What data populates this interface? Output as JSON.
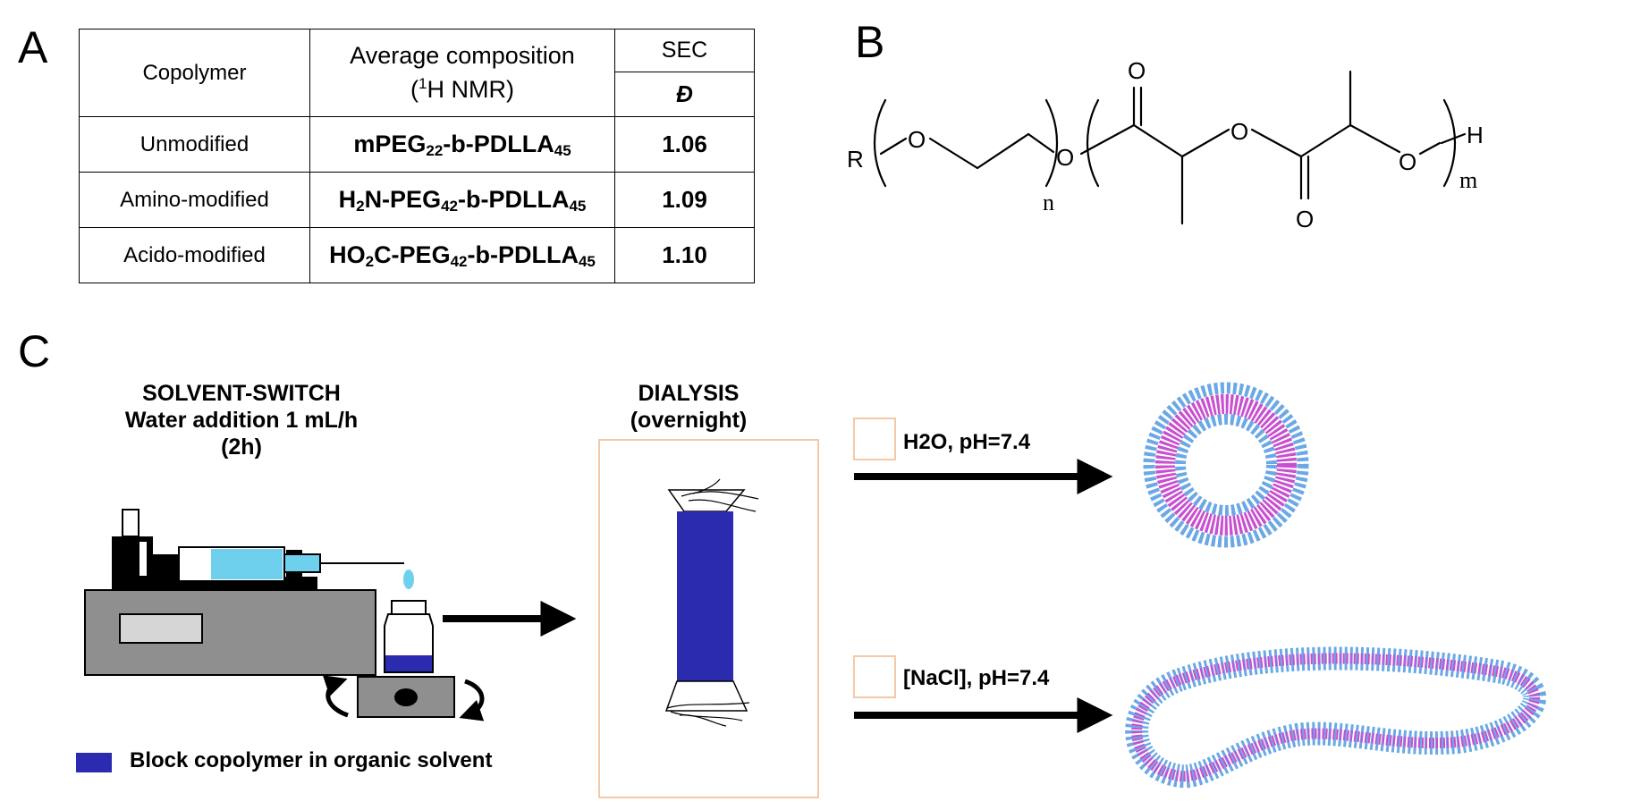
{
  "panels": {
    "a": "A",
    "b": "B",
    "c": "C"
  },
  "table": {
    "headers": {
      "copolymer": "Copolymer",
      "composition_line1": "Average composition",
      "composition_open": "(",
      "composition_sup": "1",
      "composition_rest": "H NMR)",
      "sec": "SEC",
      "dispersity": "Đ"
    },
    "rows": [
      {
        "name": "Unmodified",
        "parts": [
          "mPEG",
          "22",
          "-b-PDLLA",
          "45"
        ],
        "disp": "1.06"
      },
      {
        "name": "Amino-modified",
        "parts": [
          "H",
          "2",
          "N-PEG",
          "42",
          "-b-PDLLA",
          "45"
        ],
        "disp": "1.09"
      },
      {
        "name": "Acido-modified",
        "parts": [
          "HO",
          "2",
          "C-PEG",
          "42",
          "-b-PDLLA",
          "45"
        ],
        "disp": "1.10"
      }
    ]
  },
  "structure": {
    "atom_r": "R",
    "atom_o": "O",
    "atom_h": "H",
    "sub_n": "n",
    "sub_m": "m"
  },
  "process": {
    "solvent_switch": [
      "SOLVENT-SWITCH",
      "Water addition 1 mL/h",
      "(2h)"
    ],
    "dialysis": [
      "DIALYSIS",
      "(overnight)"
    ],
    "condition_water": "H2O, pH=7.4",
    "condition_salt": "[NaCl], pH=7.4",
    "legend": "Block copolymer in organic solvent"
  },
  "colors": {
    "solution": "#2b2bb0",
    "water": "#6fd0ee",
    "device": "#8f8f8f",
    "frame": "#f4c9a8",
    "hydrophilic": "#6aa8e6",
    "hydrophobic": "#c84fcf"
  }
}
